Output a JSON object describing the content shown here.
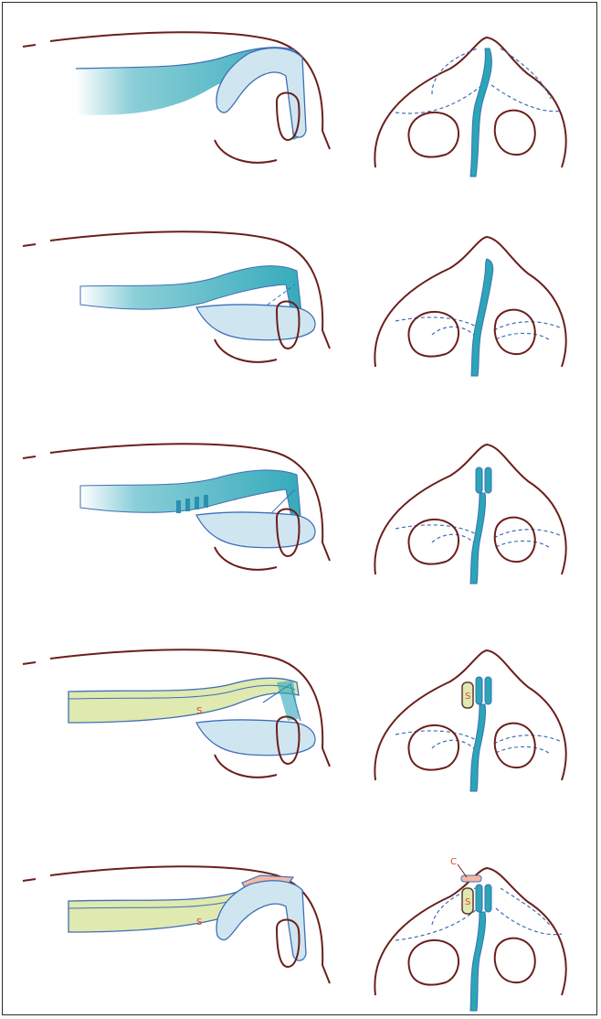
{
  "figure": {
    "colors": {
      "skin_outline": "#6b1f1b",
      "cartilage_fill": "#cfe6f1",
      "cartilage_edge": "#3f6fb6",
      "septum_teal": "#2aa6b7",
      "septum_teal_light": "#9fd8de",
      "dashed_outline": "#3f6fb6",
      "spreader_graft_fill": "#dfe9b0",
      "onlay_graft_fill": "#f3b9a3",
      "label_color": "#e0452b"
    },
    "icons": [
      "nose-profile-diagram",
      "nose-base-diagram"
    ],
    "panels": [
      {
        "step": 1,
        "side_label": "",
        "base_labels": []
      },
      {
        "step": 2,
        "side_label": "",
        "base_labels": []
      },
      {
        "step": 3,
        "side_label": "",
        "base_labels": []
      },
      {
        "step": 4,
        "side_label": "S",
        "base_labels": [
          "S"
        ]
      },
      {
        "step": 5,
        "side_label": "S",
        "onlay_label": "C",
        "base_labels": [
          "C",
          "S"
        ]
      }
    ]
  }
}
